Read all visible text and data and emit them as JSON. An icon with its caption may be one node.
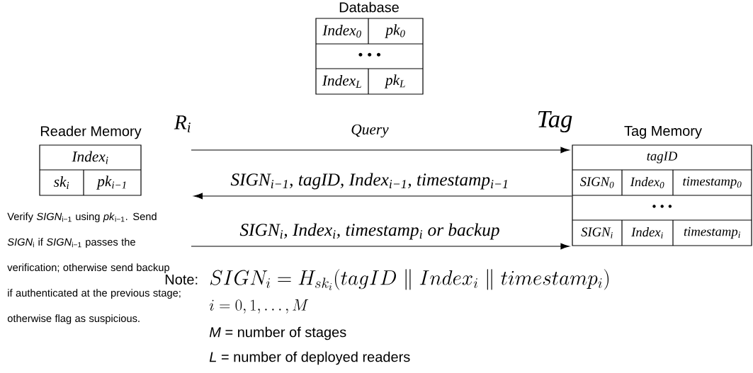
{
  "diagram": {
    "nodes": [
      {
        "text": [
          "Database",
          "Index$_{0}$",
          "pk$_{0}$",
          "•  •  •",
          "Index$_{L}$",
          "pk$_{L}$"
        ]
      },
      {
        "text": [
          "Reader Memory",
          "Index$_{i}$",
          "sk$_{i}$",
          "pk$_{i−1}$"
        ]
      },
      {
        "text": [
          "Tag Memory",
          "tagID",
          "SIGN$_{0}$",
          "Index$_{0}$",
          "timestamp$_{0}$",
          "•  •  •",
          "SIGN$_{i}$",
          "Index$_{i}$",
          "timestamp$_{i}$"
        ]
      }
    ],
    "edges": [
      {
        "from": null,
        "to": 2,
        "arrow": "to",
        "label": "Query"
      },
      {
        "from": 2,
        "to": null,
        "arrow": "to",
        "label": "SIGN$_{i−1}$, tagID, Index$_{i−1}$, timestamp$_{i−1}$"
      },
      {
        "from": null,
        "to": 2,
        "arrow": "to",
        "label": "SIGN$_{i}$, Index$_{i}$, timestamp$_{i}$ or backup"
      }
    ],
    "labels": [
      "R$_{i}$",
      "Tag",
      "Verify *SIGN*$_{i−1}$ using *pk*$_{i−1}$. Send *SIGN*$_{i}$ if *SIGN*$_{i−1}$ passes the verification; otherwise send backup if authenticated at the previous stage; otherwise flag as suspicious.",
      "Note:",
      "SIGN_i = H_{sk_i}(tagID \\parallel Index_i \\parallel timestamp_i)",
      "i = 0,1,\\ldots, M",
      "*M* = number of stages",
      "*L* = number of deployed readers"
    ]
  }
}
